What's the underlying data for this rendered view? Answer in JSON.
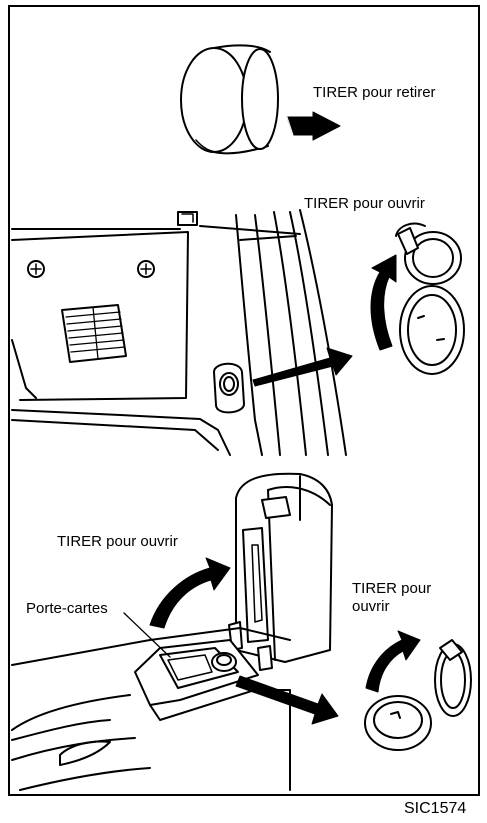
{
  "labels": {
    "pull_to_remove": "TIRER pour retirer",
    "pull_to_open_top": "TIRER pour ouvrir",
    "pull_to_open_left": "TIRER pour ouvrir",
    "pull_to_open_right": "TIRER pour ouvrir",
    "card_holder": "Porte-cartes"
  },
  "figure_code": "SIC1574"
}
